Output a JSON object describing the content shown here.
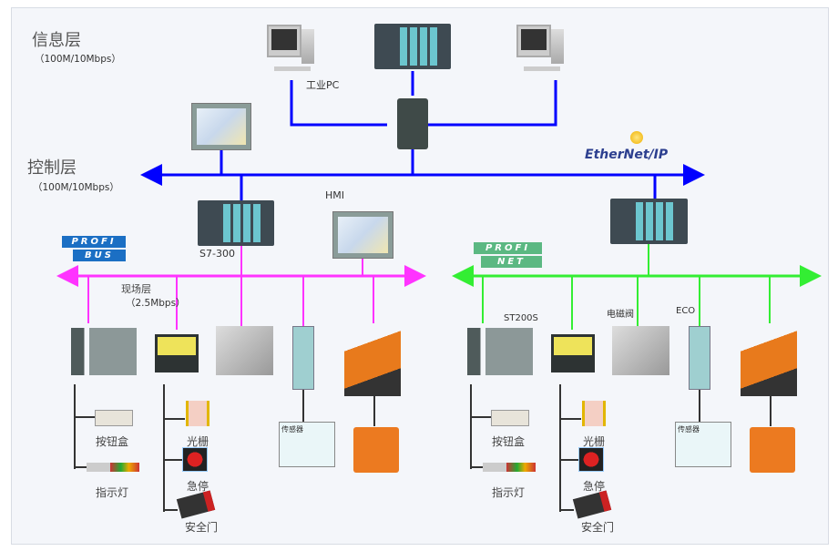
{
  "layers": {
    "info": {
      "title": "信息层",
      "speed": "（100M/10Mbps）"
    },
    "control": {
      "title": "控制层",
      "speed": "（100M/10Mbps）"
    },
    "field": {
      "title": "现场层",
      "speed": "（2.5Mbps）"
    }
  },
  "labels": {
    "industrial_pc": "工业PC",
    "s7_300": "S7-300",
    "hmi": "HMI",
    "st200s": "ST200S",
    "solenoid_valve": "电磁阀",
    "eco": "ECO",
    "left": {
      "button_box": "按钮盒",
      "indicator": "指示灯",
      "light_curtain": "光栅",
      "estop": "急停",
      "safety_door": "安全门",
      "sensor": "传感器"
    },
    "right": {
      "button_box": "按钮盒",
      "indicator": "指示灯",
      "light_curtain": "光栅",
      "estop": "急停",
      "safety_door": "安全门",
      "sensor": "传感器"
    }
  },
  "logos": {
    "profibus": [
      "PROFI",
      "BUS"
    ],
    "profinet": [
      "PROFI",
      "NET"
    ],
    "ethernet_ip": "EtherNet/IP"
  },
  "colors": {
    "ethernet": "#0000ff",
    "profibus": "#ff33ff",
    "profinet": "#33ee33"
  }
}
